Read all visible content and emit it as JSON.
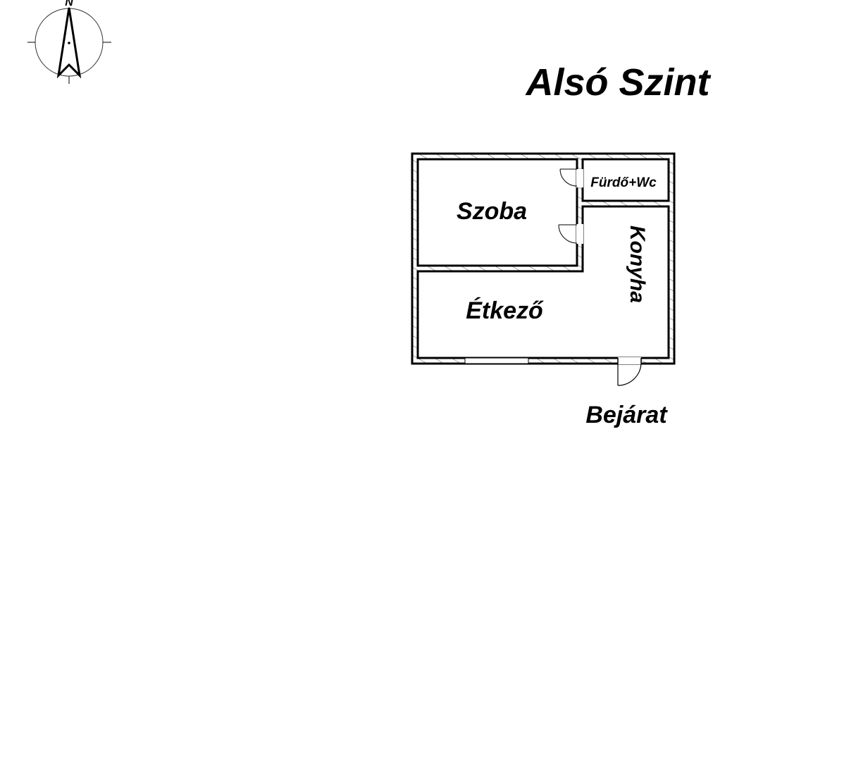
{
  "title": "Alsó Szint",
  "compass": {
    "north_label": "N"
  },
  "rooms": {
    "szoba": "Szoba",
    "furdo": "Fürdő+Wc",
    "konyha": "Konyha",
    "etkezo": "Étkező"
  },
  "entrance_label": "Bejárat",
  "colors": {
    "line": "#000000",
    "background": "#ffffff"
  }
}
